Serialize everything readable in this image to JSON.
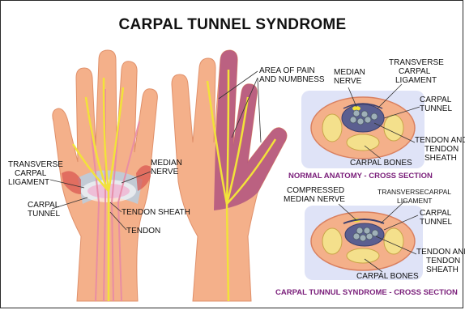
{
  "title": "CARPAL TUNNEL SYNDROME",
  "labels": {
    "transverse_carpal_ligament_left": [
      "TRANSVERSE",
      "CARPAL",
      "LIGAMENT"
    ],
    "carpal_tunnel_left": [
      "CARPAL",
      "TUNNEL"
    ],
    "median_nerve_left": [
      "MEDIAN",
      "NERVE"
    ],
    "tendon_sheath": "TENDON SHEATH",
    "tendon": "TENDON",
    "area_of_pain": [
      "AREA OF PAIN",
      "AND NUMBNESS"
    ],
    "median_nerve_top": [
      "MEDIAN",
      "NERVE"
    ],
    "transverse_top": [
      "TRANSVERSE",
      "CARPAL",
      "LIGAMENT"
    ],
    "carpal_tunnel_top": [
      "CARPAL",
      "TUNNEL"
    ],
    "tendon_and_sheath_top": [
      "TENDON AND",
      "TENDON",
      "SHEATH"
    ],
    "carpal_bones_top": "CARPAL BONES",
    "compressed_median_nerve": [
      "COMPRESSED",
      "MEDIAN NERVE"
    ],
    "transverse_bottom": [
      "TRANSVERSECARPAL",
      "LIGAMENT"
    ],
    "carpal_tunnel_bottom": [
      "CARPAL",
      "TUNNEL"
    ],
    "tendon_and_sheath_bottom": [
      "TENDON AND",
      "TENDON",
      "SHEATH"
    ],
    "carpal_bones_bottom": "CARPAL BONES"
  },
  "captions": {
    "normal": "NORMAL ANATOMY - CROSS SECTION",
    "syndrome": "CARPAL TUNNUL SYNDROME  - CROSS SECTION"
  },
  "colors": {
    "skin": "#f4b08a",
    "skin_dark": "#e0906a",
    "nerve": "#f2e23a",
    "pain": "#a8477e",
    "ligament": "#b8cfe0",
    "panel": "#dfe3f7",
    "bone": "#f4e08c",
    "tendon": "#7e8aa0",
    "caption": "#7a1e7a"
  }
}
